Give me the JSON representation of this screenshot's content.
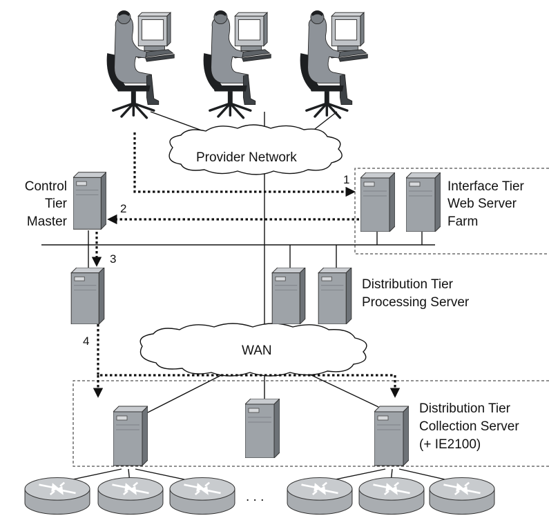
{
  "labels": {
    "provider_network": "Provider Network",
    "wan": "WAN",
    "control_tier_line1": "Control",
    "control_tier_line2": "Tier",
    "control_tier_line3": "Master",
    "interface_tier_line1": "Interface Tier",
    "interface_tier_line2": "Web Server",
    "interface_tier_line3": "Farm",
    "processing_line1": "Distribution Tier",
    "processing_line2": "Processing Server",
    "collection_line1": "Distribution Tier",
    "collection_line2": "Collection Server",
    "collection_line3": "(+ IE2100)",
    "ellipsis": ". . ."
  },
  "flow_steps": [
    "1",
    "2",
    "3",
    "4"
  ],
  "colors": {
    "server_front": "#9ea3a8",
    "server_side": "#6e7378",
    "server_top": "#c9ccd0",
    "router_body": "#a9adb1",
    "router_top": "#c8cbce",
    "person_body": "#8e9399",
    "line": "#111111"
  },
  "icons": {
    "user": "person-at-computer-icon",
    "server": "tower-server-icon",
    "router": "router-icon",
    "cloud": "network-cloud-icon"
  }
}
